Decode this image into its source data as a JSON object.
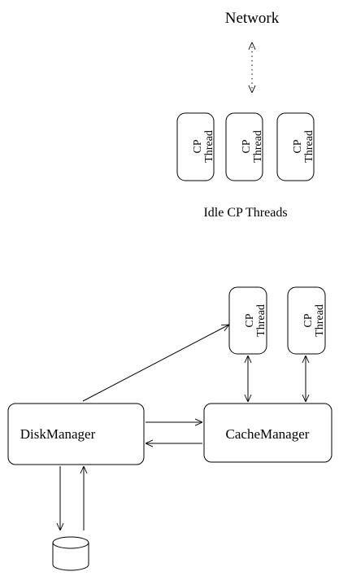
{
  "network_label": "Network",
  "idle_threads_label": "Idle CP Threads",
  "cp_thread": {
    "line1": "CP",
    "line2": "Thread"
  },
  "disk_manager_label": "DiskManager",
  "cache_manager_label": "CacheManager"
}
